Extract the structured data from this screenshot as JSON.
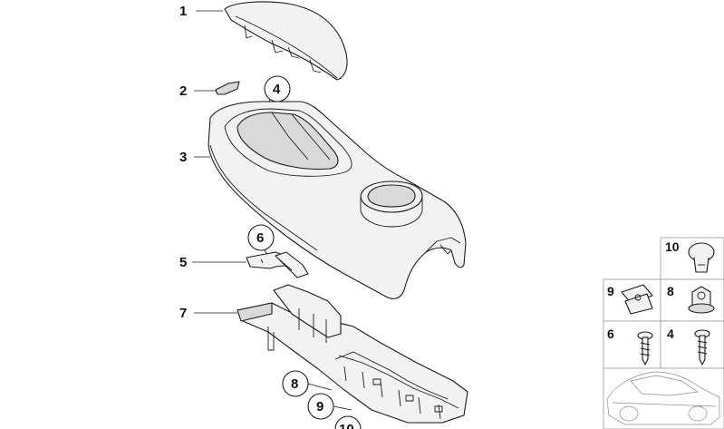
{
  "callouts": {
    "c1": "1",
    "c2": "2",
    "c3": "3",
    "c4": "4",
    "c5": "5",
    "c6": "6",
    "c7": "7",
    "c8": "8",
    "c9": "9",
    "c10": "10"
  },
  "legend": {
    "cell_10": "10",
    "cell_9": "9",
    "cell_8": "8",
    "cell_6": "6",
    "cell_4": "4"
  }
}
